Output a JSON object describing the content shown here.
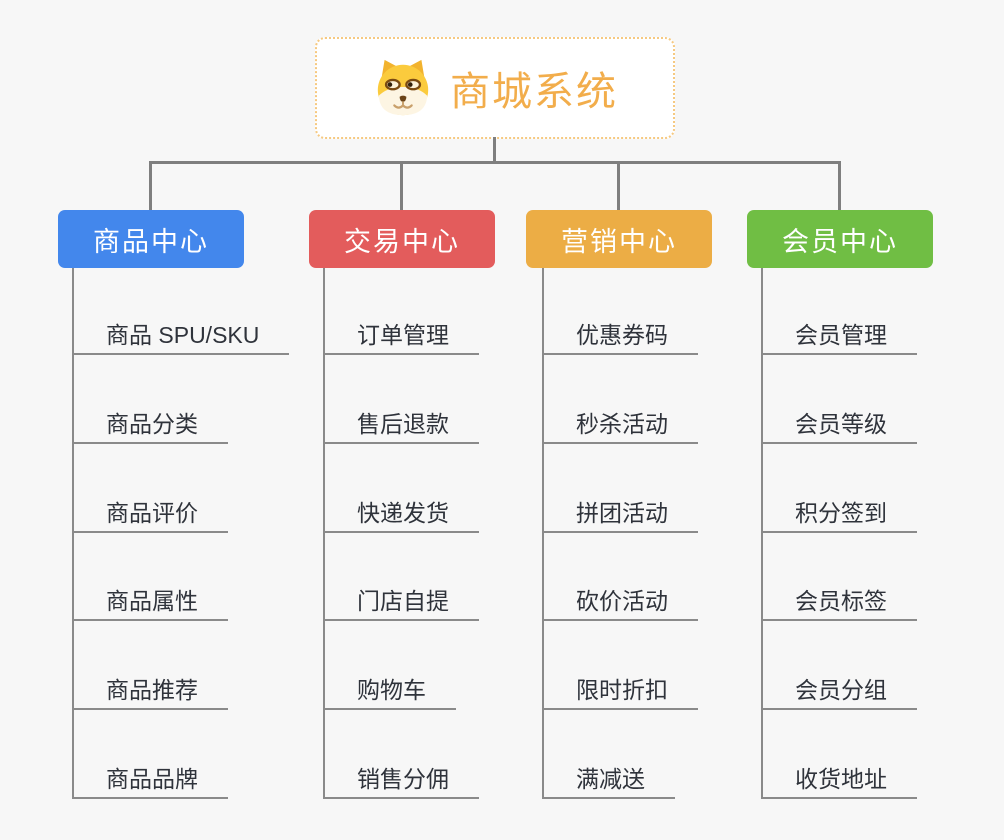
{
  "root": {
    "title": "商城系统",
    "icon": "dog-face-icon",
    "text_color": "#f2ad4b",
    "border_color": "#f6c981",
    "background": "#ffffff"
  },
  "connector_color": "#7f7f7f",
  "underline_color": "#8a8a8a",
  "page_background": "#f7f7f7",
  "leaf_text_color": "#2f333b",
  "branches": [
    {
      "label": "商品中心",
      "color": "#4387ec",
      "items": [
        "商品 SPU/SKU",
        "商品分类",
        "商品评价",
        "商品属性",
        "商品推荐",
        "商品品牌"
      ]
    },
    {
      "label": "交易中心",
      "color": "#e35c5c",
      "items": [
        "订单管理",
        "售后退款",
        "快递发货",
        "门店自提",
        "购物车",
        "销售分佣"
      ]
    },
    {
      "label": "营销中心",
      "color": "#ecad45",
      "items": [
        "优惠券码",
        "秒杀活动",
        "拼团活动",
        "砍价活动",
        "限时折扣",
        "满减送"
      ]
    },
    {
      "label": "会员中心",
      "color": "#70be44",
      "items": [
        "会员管理",
        "会员等级",
        "积分签到",
        "会员标签",
        "会员分组",
        "收货地址"
      ]
    }
  ]
}
